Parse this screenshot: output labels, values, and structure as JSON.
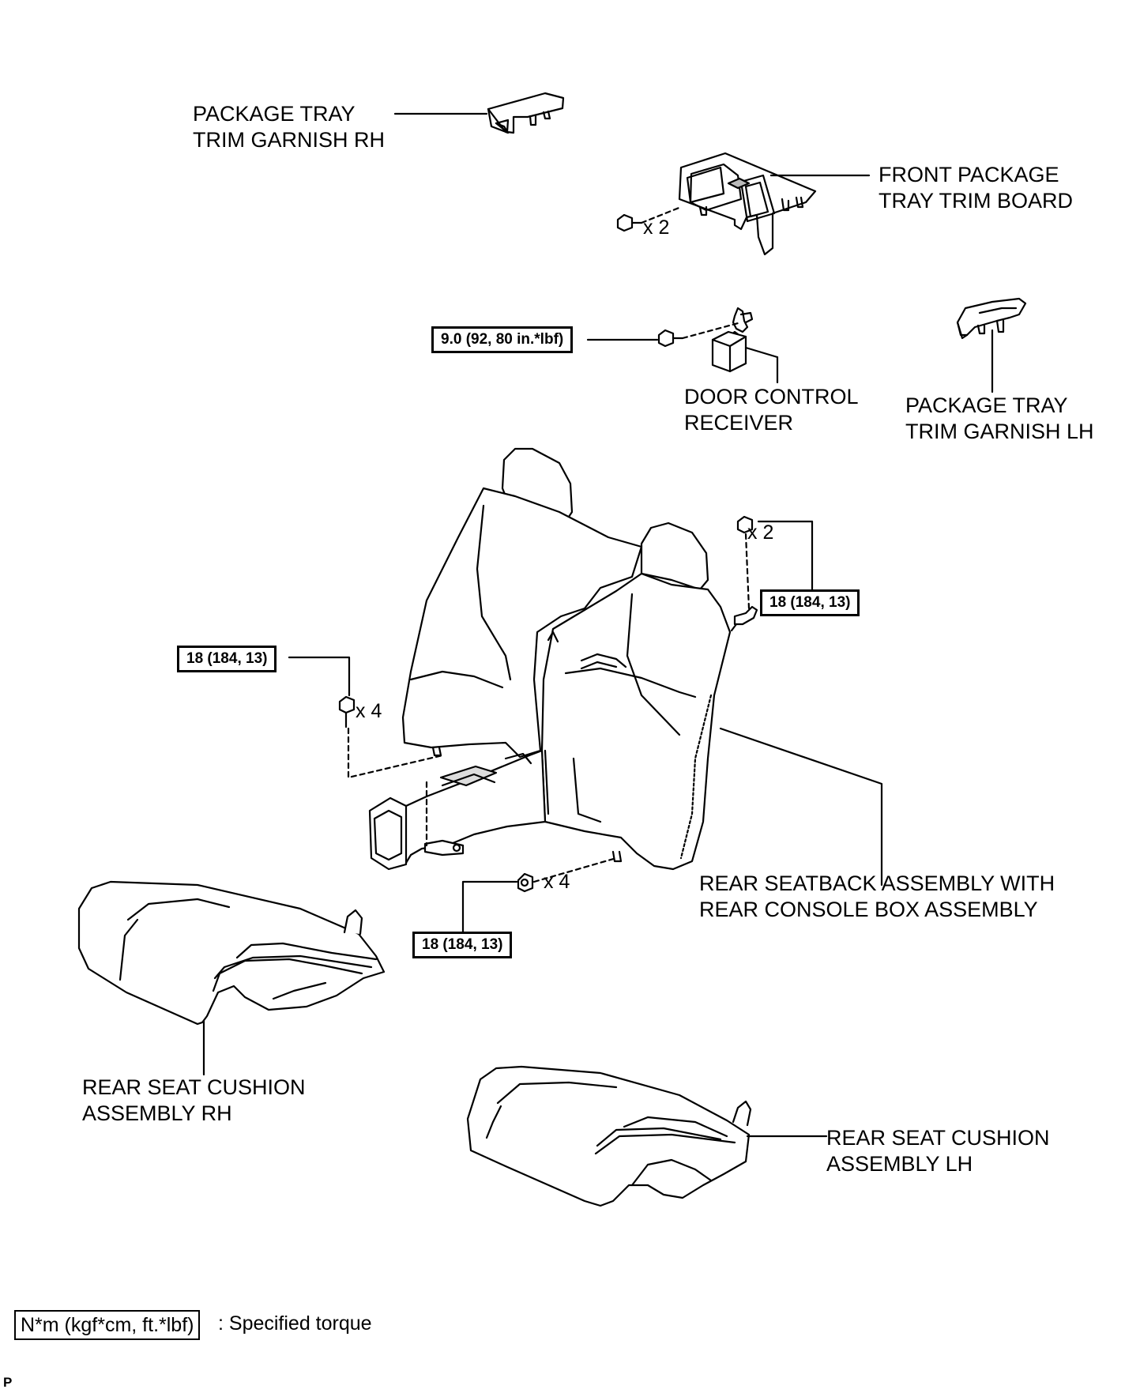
{
  "labels": {
    "tray_garnish_rh": [
      "PACKAGE TRAY",
      "TRIM GARNISH RH"
    ],
    "front_package_tray": [
      "FRONT PACKAGE",
      "TRAY TRIM BOARD"
    ],
    "door_control_receiver": [
      "DOOR CONTROL",
      "RECEIVER"
    ],
    "tray_garnish_lh": [
      "PACKAGE TRAY",
      "TRIM GARNISH LH"
    ],
    "rear_seatback": [
      "REAR SEATBACK ASSEMBLY WITH",
      "REAR CONSOLE BOX ASSEMBLY"
    ],
    "cushion_rh": [
      "REAR SEAT CUSHION",
      "ASSEMBLY RH"
    ],
    "cushion_lh": [
      "REAR SEAT CUSHION",
      "ASSEMBLY LH"
    ]
  },
  "torques": {
    "receiver_bolt": "9.0 (92, 80 in.*lbf)",
    "seatback_right_nut": "18 (184, 13)",
    "seatback_left_bolts": "18 (184, 13)",
    "seatback_lower_bolts": "18 (184, 13)"
  },
  "quantities": {
    "tray_board_bolts": "x 2",
    "seatback_right_nuts": "x 2",
    "seatback_left_bolts": "x 4",
    "seatback_lower_bolts": "x 4"
  },
  "legend": {
    "unit": "N*m (kgf*cm, ft.*lbf)",
    "description": ": Specified torque"
  },
  "figure_code": "P"
}
